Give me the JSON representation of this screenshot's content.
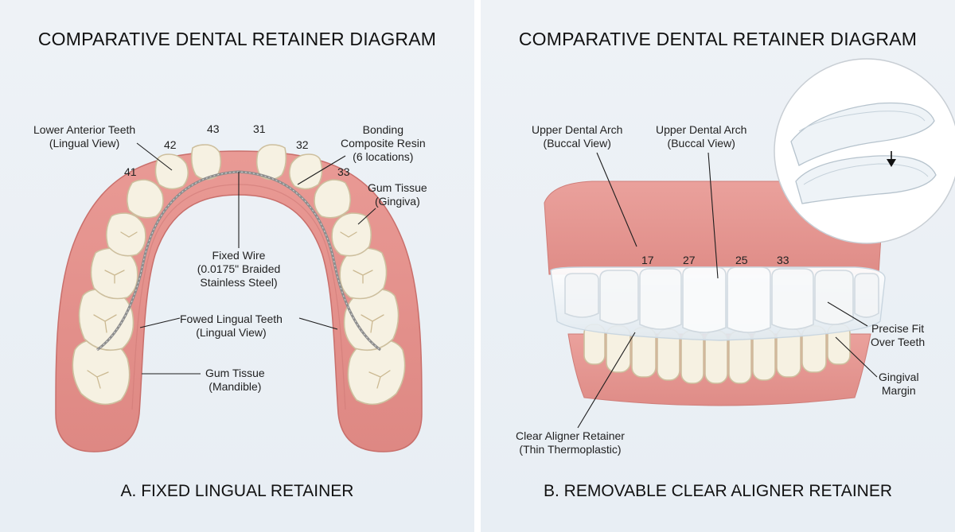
{
  "panel_a": {
    "title": "COMPARATIVE DENTAL RETAINER DIAGRAM",
    "caption": "A. FIXED LINGUAL RETAINER",
    "labels": {
      "lower_anterior": [
        "Lower Anterior Teeth",
        "(Lingual View)"
      ],
      "bonding": [
        "Bonding",
        "Composite Resin",
        "(6 locations)"
      ],
      "gum_gingiva": [
        "Gum Tissue",
        "(Gingiva)"
      ],
      "fixed_wire": [
        "Fixed Wire",
        "(0.0175\" Braided",
        "Stainless Steel)"
      ],
      "lingual_teeth": [
        "Fowed Lingual Teeth",
        "(Lingual View)"
      ],
      "gum_mandible": [
        "Gum Tissue",
        "(Mandible)"
      ]
    },
    "tooth_numbers": [
      "41",
      "42",
      "43",
      "31",
      "32",
      "33"
    ]
  },
  "panel_b": {
    "title": "COMPARATIVE DENTAL RETAINER DIAGRAM",
    "caption": "B. REMOVABLE CLEAR ALIGNER RETAINER",
    "labels": {
      "upper_arch_1": [
        "Upper Dental Arch",
        "(Buccal View)"
      ],
      "upper_arch_2": [
        "Upper Dental Arch",
        "(Buccal View)"
      ],
      "precise_fit": [
        "Precise Fit",
        "Over Teeth"
      ],
      "gingival_margin": [
        "Gingival",
        "Margin"
      ],
      "clear_aligner": [
        "Clear Aligner Retainer",
        "(Thin Thermoplastic)"
      ]
    },
    "tooth_numbers": [
      "17",
      "27",
      "25",
      "33"
    ]
  },
  "colors": {
    "background": "#eaeff4",
    "gum": "#e5938f",
    "tooth": "#f6f1e2",
    "wire": "#8d8d8d",
    "aligner": "#e6eef4"
  }
}
